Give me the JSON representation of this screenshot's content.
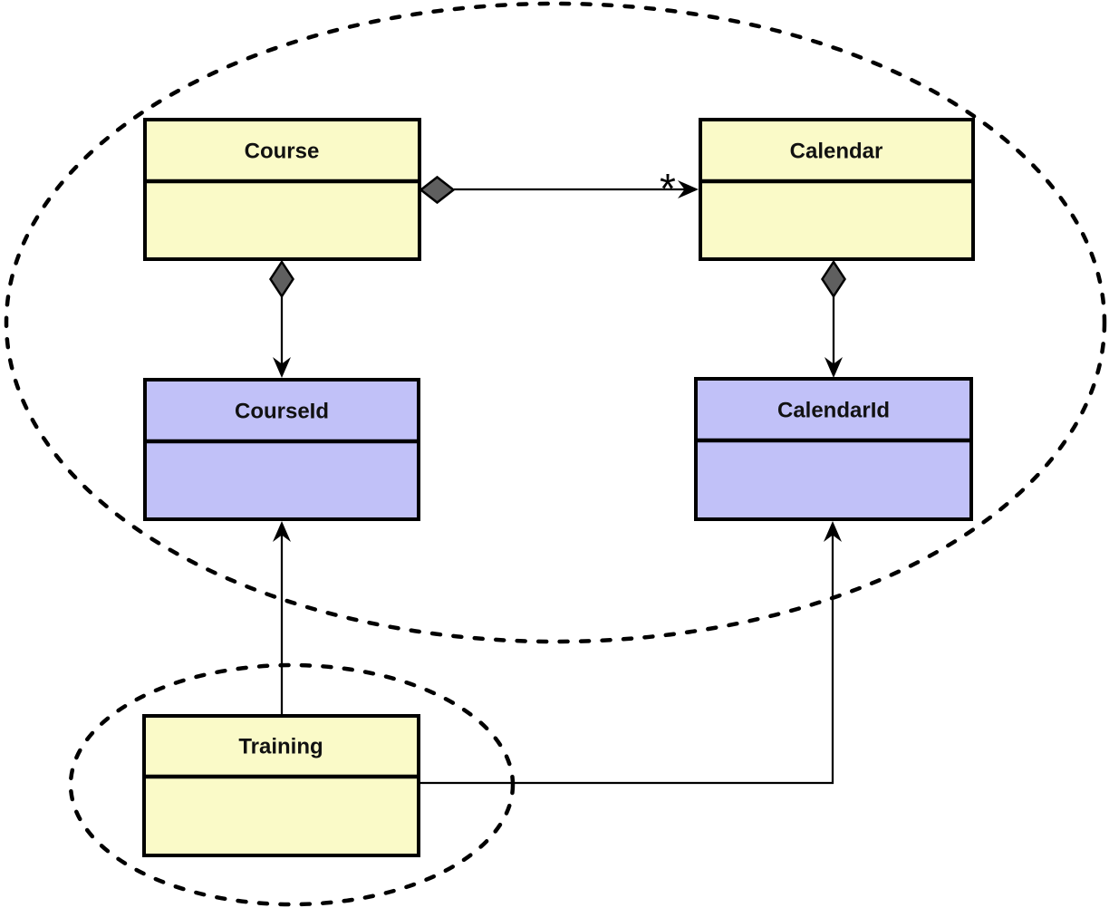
{
  "diagram": {
    "kind": "uml-class-diagram",
    "background": "#ffffff",
    "colors": {
      "class_fill": "#fafac8",
      "id_fill": "#c1c1f8",
      "stroke": "#000000",
      "diamond_fill": "#5f5f5f",
      "connector": "#000000"
    },
    "nodes": {
      "course": {
        "label": "Course",
        "kind": "class"
      },
      "calendar": {
        "label": "Calendar",
        "kind": "class"
      },
      "course_id": {
        "label": "CourseId",
        "kind": "identifier"
      },
      "calendar_id": {
        "label": "CalendarId",
        "kind": "identifier"
      },
      "training": {
        "label": "Training",
        "kind": "class"
      }
    },
    "edges": {
      "course_calendar": {
        "from": "Course",
        "to": "Calendar",
        "type": "aggregation-arrow",
        "multiplicity": "*"
      },
      "course_course_id": {
        "from": "Course",
        "to": "CourseId",
        "type": "aggregation-arrow",
        "multiplicity": ""
      },
      "calendar_calendar_id": {
        "from": "Calendar",
        "to": "CalendarId",
        "type": "aggregation-arrow",
        "multiplicity": ""
      },
      "training_course_id": {
        "from": "Training",
        "to": "CourseId",
        "type": "arrow",
        "multiplicity": ""
      },
      "training_calendar_id": {
        "from": "Training",
        "to": "CalendarId",
        "type": "arrow",
        "multiplicity": ""
      }
    },
    "boundaries": {
      "upper": {
        "style": "dashed-ellipse",
        "contains": "Course, Calendar, CourseId, CalendarId"
      },
      "lower": {
        "style": "dashed-ellipse",
        "contains": "Training"
      }
    }
  }
}
